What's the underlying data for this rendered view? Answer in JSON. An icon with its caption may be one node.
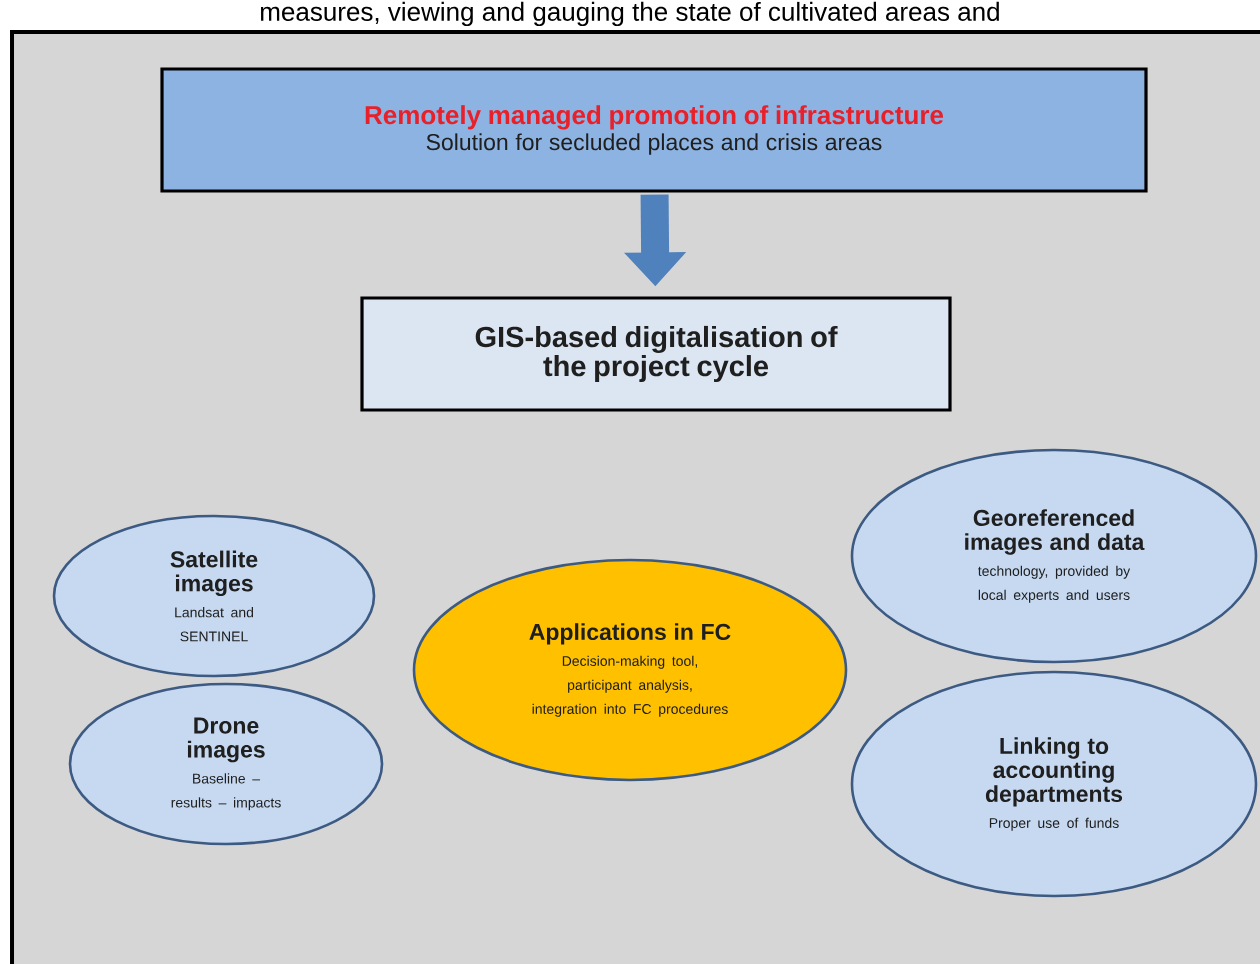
{
  "diagram": {
    "nodes": [
      {
        "text": [
          "Remotely managed promotion of infrastructure",
          "Solution for secluded places and crisis areas"
        ]
      },
      {
        "text": [
          "GIS-based digitalisation of the project cycle"
        ]
      },
      {
        "text": [
          "Satellite images",
          "Landsat and SENTINEL"
        ]
      },
      {
        "text": [
          "Drone images",
          "Baseline – results – impacts"
        ]
      },
      {
        "text": [
          "Applications in FC",
          "Decision-making tool, participant analysis, integration into FC procedures"
        ]
      },
      {
        "text": [
          "Georeferenced images and data",
          "technology, provided by local experts and users"
        ]
      },
      {
        "text": [
          "Linking to accounting departments",
          "Proper use of funds"
        ]
      }
    ],
    "edges": [
      {
        "from": 0,
        "to": 1,
        "arrow": "to"
      }
    ],
    "labels": [
      "measures, viewing and gauging the state of cultivated areas and"
    ]
  }
}
